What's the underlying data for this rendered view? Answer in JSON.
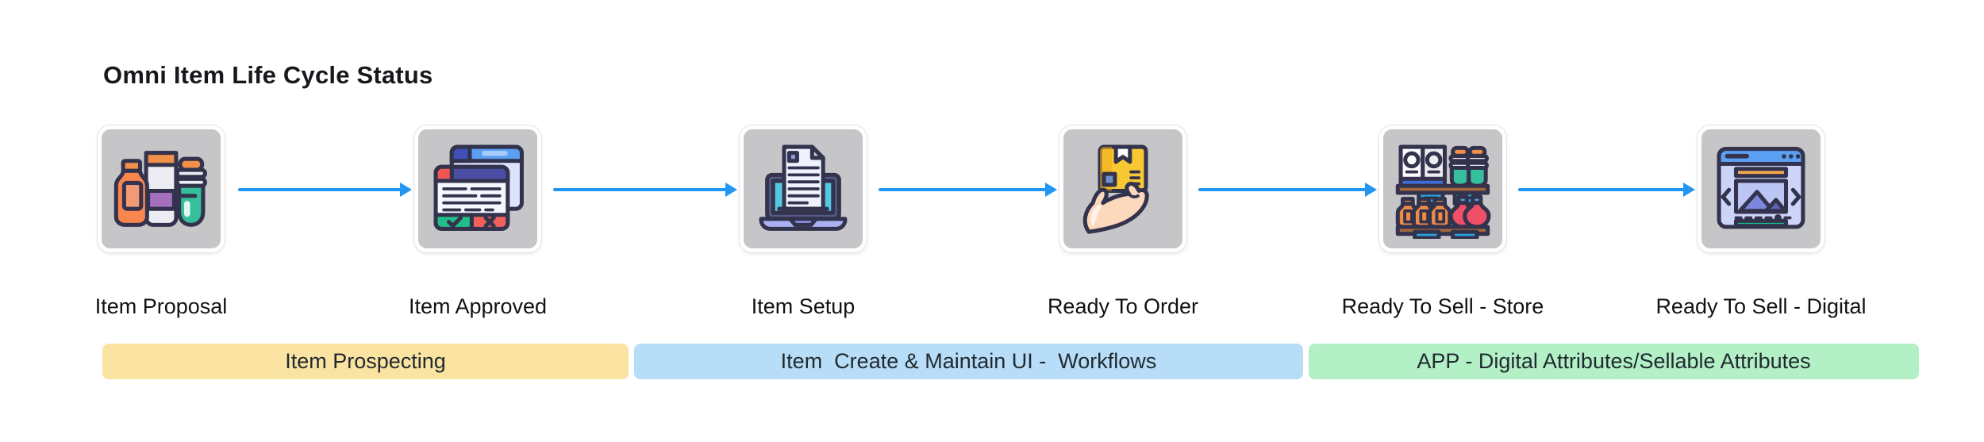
{
  "title": "Omni Item Life Cycle Status",
  "colors": {
    "arrow": "#2196f3",
    "card_background": "#c6c6c9",
    "card_border": "#ffffff",
    "icon_outline": "#33334d",
    "phase_yellow": "#fbe3a1",
    "phase_blue": "#b7ddf8",
    "phase_green": "#b3f0c6",
    "title_text": "#17181c"
  },
  "flow": {
    "stages": [
      {
        "label": "Item Proposal",
        "icon": "grocery-bottles-icon"
      },
      {
        "label": "Item Approved",
        "icon": "approved-windows-icon"
      },
      {
        "label": "Item Setup",
        "icon": "laptop-document-icon"
      },
      {
        "label": "Ready To Order",
        "icon": "hand-holding-box-icon"
      },
      {
        "label": "Ready To Sell - Store",
        "icon": "store-shelf-icon"
      },
      {
        "label": "Ready To Sell - Digital",
        "icon": "web-gallery-icon"
      }
    ]
  },
  "phases": [
    {
      "label": "Item Prospecting"
    },
    {
      "label": "Item  Create & Maintain UI -  Workflows"
    },
    {
      "label": "APP - Digital Attributes/Sellable Attributes"
    }
  ]
}
